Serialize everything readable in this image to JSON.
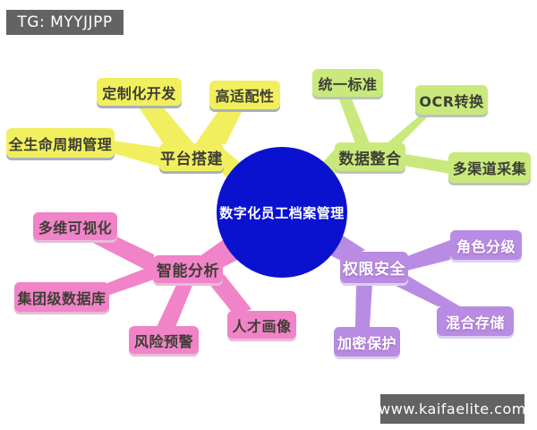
{
  "badges": {
    "tg_label": "TG: MYYJJPP",
    "website_label": "www.kaifaelite.com",
    "background_color": "#636363",
    "text_color": "#ffffff"
  },
  "center": {
    "label": "数字化员工档案管理",
    "color": "#0a12d0",
    "text_color": "#ffffff"
  },
  "branches": [
    {
      "name": "platform-build",
      "label": "平台搭建",
      "color": "#f2ef5e",
      "children": [
        {
          "label": "定制化开发"
        },
        {
          "label": "高适配性"
        },
        {
          "label": "全生命周期管理"
        }
      ]
    },
    {
      "name": "data-integration",
      "label": "数据整合",
      "color": "#c9e97c",
      "children": [
        {
          "label": "统一标准"
        },
        {
          "label": "OCR转换"
        },
        {
          "label": "多渠道采集"
        }
      ]
    },
    {
      "name": "intelligent-analysis",
      "label": "智能分析",
      "color": "#f183c8",
      "children": [
        {
          "label": "多维可视化"
        },
        {
          "label": "集团级数据库"
        },
        {
          "label": "风险预警"
        },
        {
          "label": "人才画像"
        }
      ]
    },
    {
      "name": "permission-security",
      "label": "权限安全",
      "color": "#b98ce3",
      "children": [
        {
          "label": "角色分级"
        },
        {
          "label": "混合存储"
        },
        {
          "label": "加密保护"
        }
      ]
    }
  ]
}
